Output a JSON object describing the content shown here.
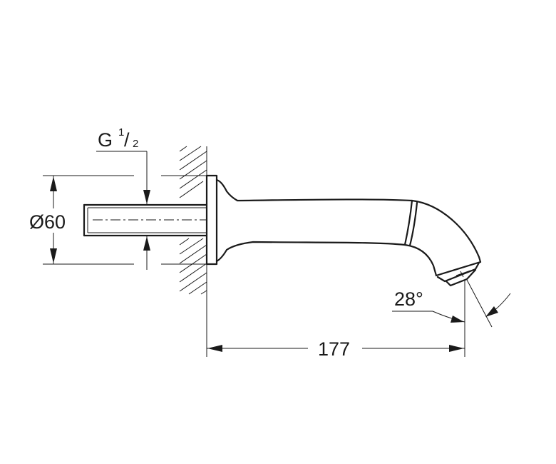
{
  "drawing": {
    "thread_label": "G",
    "thread_fraction_num": "1",
    "thread_fraction_slash": "/",
    "thread_fraction_den": "2",
    "diameter_label": "Ø60",
    "length_label": "177",
    "angle_label": "28°"
  }
}
